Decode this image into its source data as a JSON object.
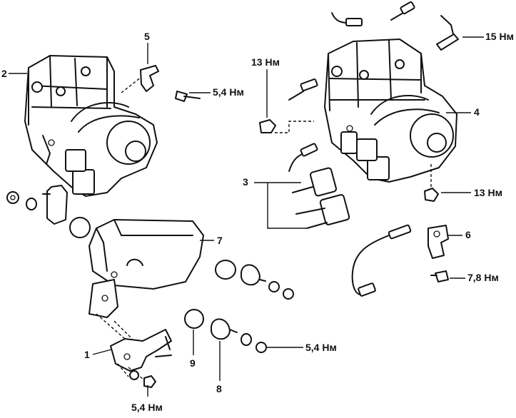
{
  "callouts": {
    "part_1": "1",
    "part_2": "2",
    "part_3": "3",
    "part_4": "4",
    "part_5": "5",
    "part_6": "6",
    "part_7": "7",
    "part_8": "8",
    "part_9": "9"
  },
  "torques": {
    "t_54_top": "5,4 Нм",
    "t_13_top": "13 Нм",
    "t_15": "15 Нм",
    "t_13_right": "13 Нм",
    "t_78": "7,8 Нм",
    "t_54_mid": "5,4 Нм",
    "t_54_bottom": "5,4 Нм"
  }
}
